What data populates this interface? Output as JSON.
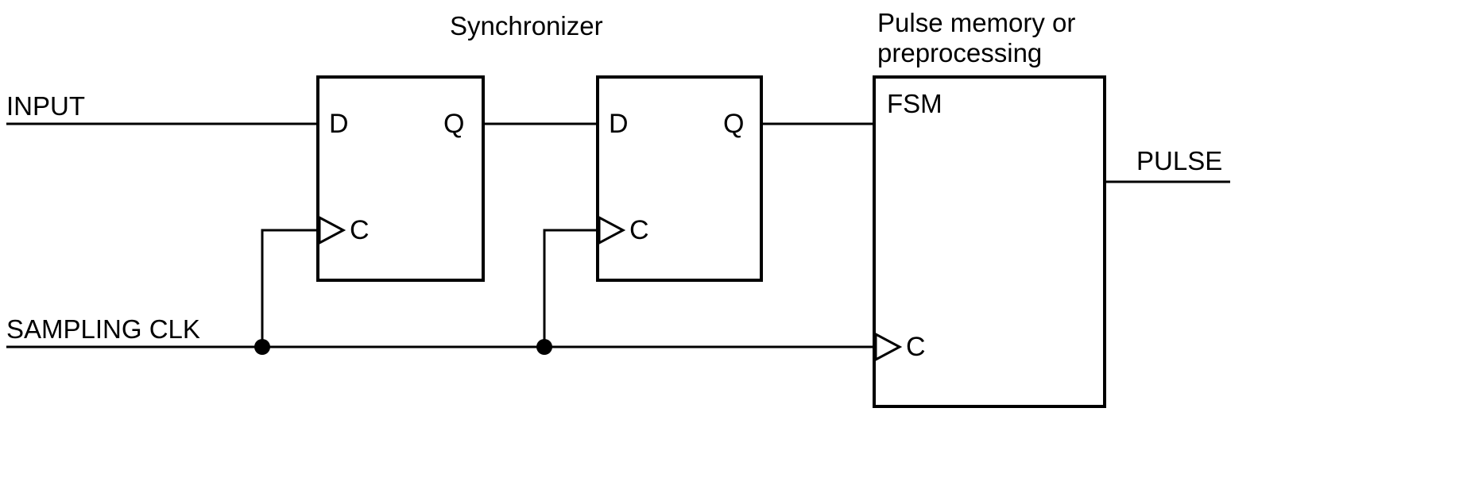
{
  "diagram": {
    "title": "Synchronizer",
    "block_title": "Pulse memory or\npreprocessing",
    "signals": {
      "input": "INPUT",
      "sampling_clk": "SAMPLING CLK",
      "pulse": "PULSE"
    },
    "flipflop": {
      "d": "D",
      "q": "Q",
      "c": "C"
    },
    "fsm": {
      "label": "FSM",
      "c": "C"
    },
    "colors": {
      "line": "#000000",
      "background": "#ffffff"
    }
  }
}
